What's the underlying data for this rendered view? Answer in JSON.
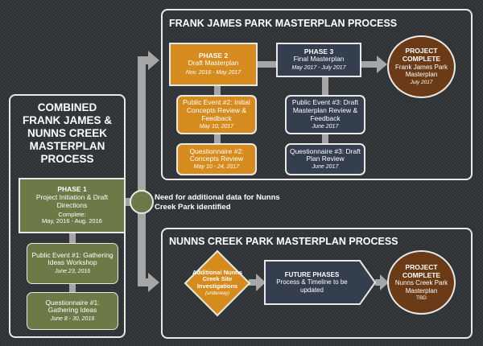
{
  "combined": {
    "title_lines": [
      "COMBINED",
      "FRANK JAMES &",
      "NUNNS CREEK",
      "MASTERPLAN",
      "PROCESS"
    ],
    "phase1": {
      "heading": "PHASE 1",
      "name": "Project Initiation & Draft Directions",
      "status": "Complete:",
      "dates": "May, 2016 - Aug. 2016"
    },
    "event1": {
      "name": "Public Event #1: Gathering Ideas Workshop",
      "date": "June 23, 2016"
    },
    "questionnaire1": {
      "name": "Questionnaire #1: Gathering Ideas",
      "date": "June 8 - 30, 2016"
    }
  },
  "connector_note": "Need for additional data for Nunns Creek Park identified",
  "frank_james": {
    "title": "FRANK JAMES PARK MASTERPLAN PROCESS",
    "phase2": {
      "heading": "PHASE 2",
      "name": "Draft Masterplan",
      "dates": "Nov. 2016 - May 2017"
    },
    "event2": {
      "name": "Public Event #2: Initial Concepts Review & Feedback",
      "date": "May 10, 2017"
    },
    "questionnaire2": {
      "name": "Questionnaire #2: Concepts Review",
      "date": "May 10 - 24, 2017"
    },
    "phase3": {
      "heading": "PHASE 3",
      "name": "Final Masterplan",
      "dates": "May 2017 - July 2017"
    },
    "event3": {
      "name": "Public Event #3: Draft Masterplan Review & Feedback",
      "date": "June 2017"
    },
    "questionnaire3": {
      "name": "Questionnaire #3: Draft Plan Review",
      "date": "June 2017"
    },
    "complete": {
      "heading": "PROJECT COMPLETE",
      "name": "Frank James Park Masterplan",
      "date": "July 2017"
    }
  },
  "nunns_creek": {
    "title": "NUNNS CREEK PARK MASTERPLAN PROCESS",
    "investigations": {
      "name": "Additional Nunns Creek Site Investigations",
      "status": "(underway)"
    },
    "future": {
      "heading": "FUTURE PHASES",
      "name": "Process & Timeline to be updated"
    },
    "complete": {
      "heading": "PROJECT COMPLETE",
      "name": "Nunns Creek Park Masterplan",
      "date": "TBD"
    }
  },
  "colors": {
    "olive": "#6b7a46",
    "orange": "#d68b1e",
    "navy": "#343e4e",
    "brown": "#6b3a16",
    "connector": "#a8a8a8"
  }
}
